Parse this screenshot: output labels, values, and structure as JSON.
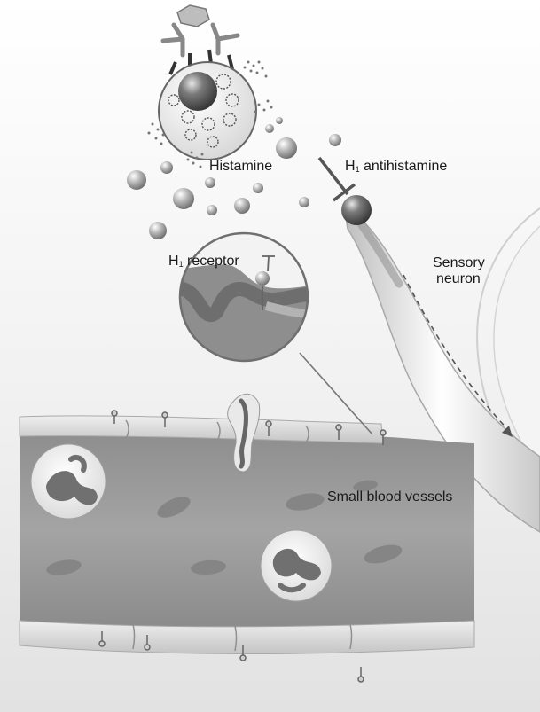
{
  "labels": {
    "histamine": "Histamine",
    "h1_prefix": "H",
    "h1_sub": "1",
    "antihistamine_word": "antihistamine",
    "receptor_word": "receptor",
    "sensory_line1": "Sensory",
    "sensory_line2": "neuron",
    "vessels": "Small blood vessels"
  }
}
